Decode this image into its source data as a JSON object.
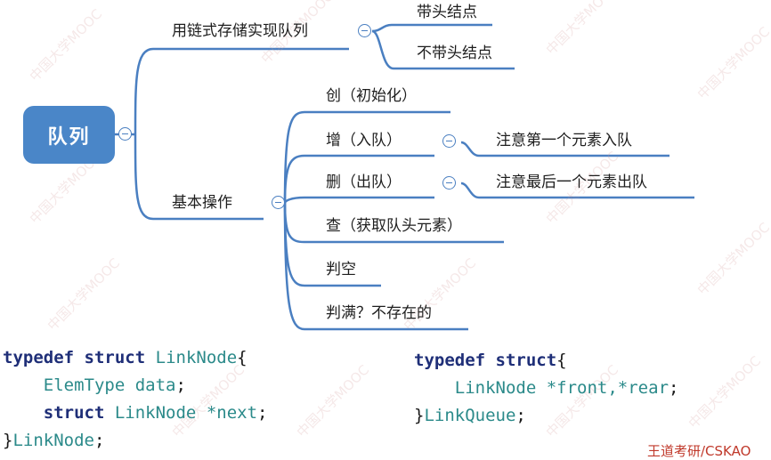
{
  "root": {
    "label": "队列"
  },
  "branches": {
    "impl": {
      "label": "用链式存储实现队列",
      "children": [
        "带头结点",
        "不带头结点"
      ]
    },
    "ops": {
      "label": "基本操作",
      "children": {
        "create": "创（初始化）",
        "enqueue": "增（入队）",
        "enqueue_note": "注意第一个元素入队",
        "dequeue": "删（出队）",
        "dequeue_note": "注意最后一个元素出队",
        "peek": "查（获取队头元素）",
        "empty": "判空",
        "full": "判满？不存在的"
      }
    }
  },
  "code_linknode": {
    "line1_kw1": "typedef",
    "line1_kw2": "struct",
    "line1_type": "LinkNode",
    "line1_punct": "{",
    "line2_type": "ElemType",
    "line2_field": "data",
    "line2_punct": ";",
    "line3_kw": "struct",
    "line3_type": "LinkNode",
    "line3_field": "*next",
    "line3_punct": ";",
    "line4_close": "}",
    "line4_name": "LinkNode",
    "line4_punct": ";"
  },
  "code_linkqueue": {
    "line1_kw1": "typedef",
    "line1_kw2": "struct",
    "line1_punct": "{",
    "line2_type": "LinkNode",
    "line2_fields": "*front,*rear",
    "line2_punct": ";",
    "line3_close": "}",
    "line3_name": "LinkQueue",
    "line3_punct": ";"
  },
  "credit": "王道考研/CSKAO",
  "watermark": "中国大学MOOC",
  "colors": {
    "root_fill": "#4a86c8",
    "line": "#4a7fc1",
    "keyword": "#1f2f78",
    "type": "#2b8a8a",
    "credit": "#c0392b"
  }
}
